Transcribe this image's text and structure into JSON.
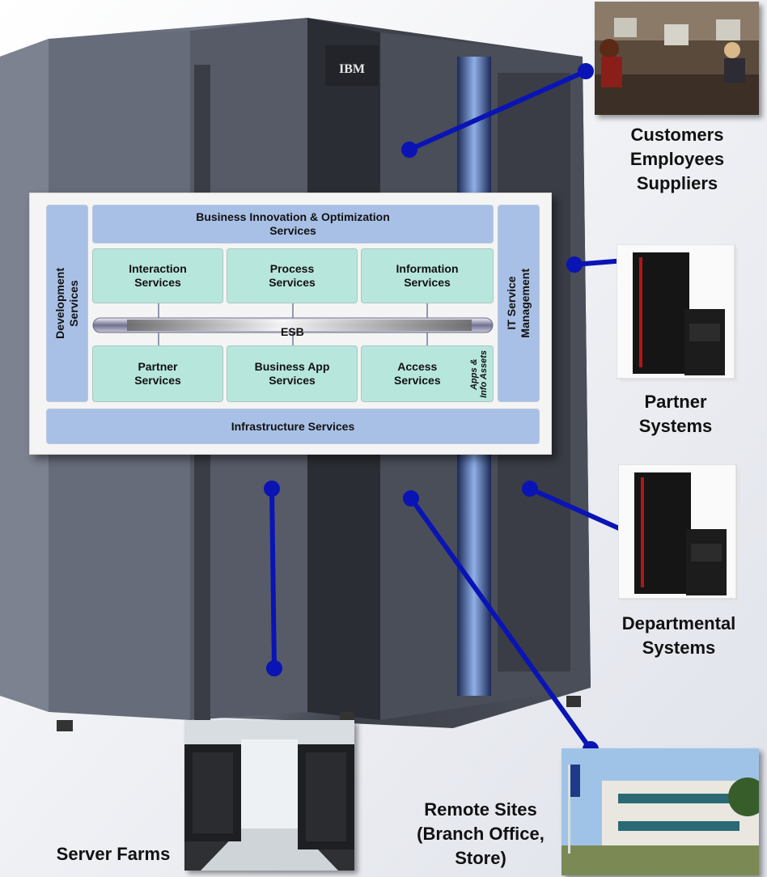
{
  "mainframe": {
    "brand": "IBM"
  },
  "soa": {
    "business_innovation": "Business Innovation & Optimization\nServices",
    "development": "Development\nServices",
    "it_service_management": "IT Service\nManagement",
    "interaction": "Interaction\nServices",
    "process": "Process\nServices",
    "information": "Information\nServices",
    "esb": "ESB",
    "partner": "Partner\nServices",
    "business_app": "Business App\nServices",
    "access": "Access\nServices",
    "apps_info_assets": "Apps &\nInfo Assets",
    "infrastructure": "Infrastructure Services"
  },
  "endpoints": {
    "customers": "Customers\nEmployees\nSuppliers",
    "partner_systems": "Partner\nSystems",
    "departmental_systems": "Departmental\nSystems",
    "server_farms": "Server Farms",
    "remote_sites": "Remote Sites\n(Branch Office,\nStore)"
  },
  "colors": {
    "connector": "#0a14b4",
    "service_blue": "#a9c0e6",
    "service_teal": "#b7e6dd"
  }
}
